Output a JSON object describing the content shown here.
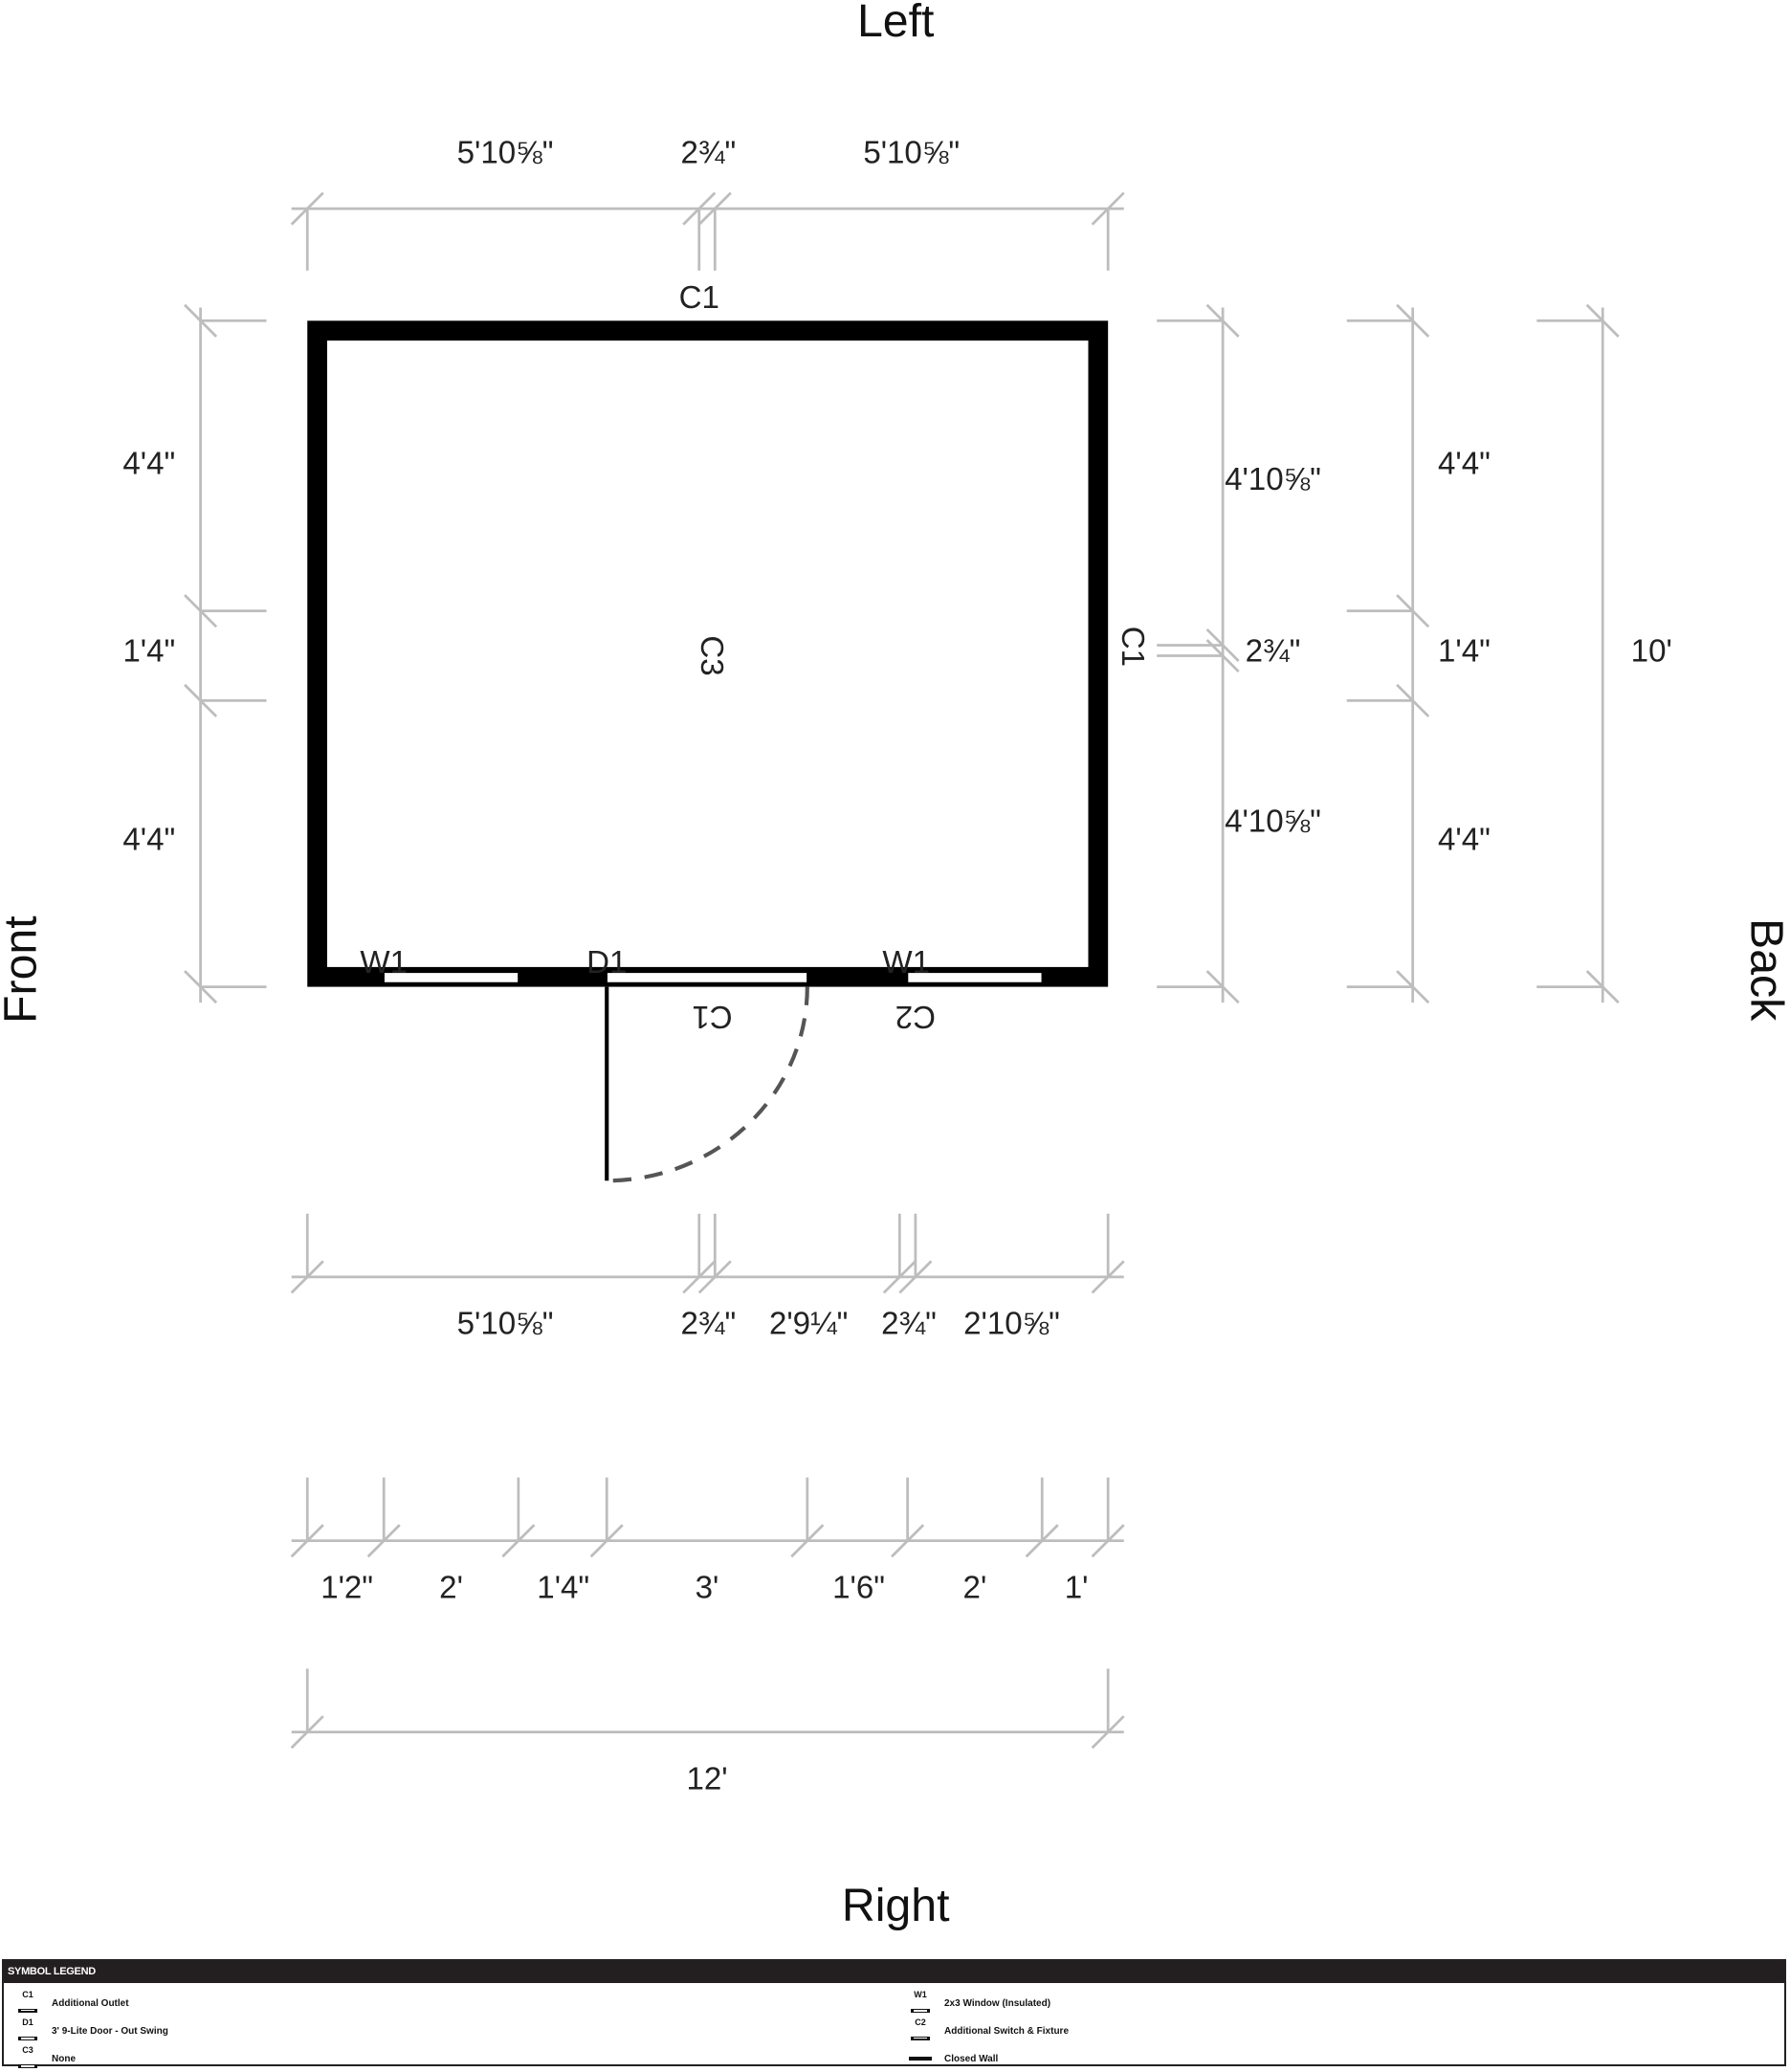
{
  "sides": {
    "top": "Left",
    "bottom": "Right",
    "left": "Front",
    "right": "Back"
  },
  "markers": {
    "top_c1": "C1",
    "center_c3": "C3",
    "back_c1": "C1",
    "w1_a": "W1",
    "d1": "D1",
    "w1_b": "W1",
    "front_c1": "C1",
    "front_c2": "C2"
  },
  "dimensions": {
    "top": [
      "5'10⅝\"",
      "2¾\"",
      "5'10⅝\""
    ],
    "left": [
      "4'4\"",
      "1'4\"",
      "4'4\""
    ],
    "right_1": [
      "4'10⅝\"",
      "2¾\"",
      "4'10⅝\""
    ],
    "right_2": [
      "4'4\"",
      "1'4\"",
      "4'4\""
    ],
    "right_3": [
      "10'"
    ],
    "bottom_1": [
      "5'10⅝\"",
      "2¾\"",
      "2'9¼\"",
      "2¾\"",
      "2'10⅝\""
    ],
    "bottom_2": [
      "1'2\"",
      "2'",
      "1'4\"",
      "3'",
      "1'6\"",
      "2'",
      "1'"
    ],
    "bottom_3": [
      "12'"
    ]
  },
  "legend": {
    "title": "SYMBOL LEGEND",
    "items": [
      {
        "code": "C1",
        "label": "Additional Outlet"
      },
      {
        "code": "D1",
        "label": "3' 9-Lite Door - Out Swing"
      },
      {
        "code": "C3",
        "label": "None"
      },
      {
        "code": "W1",
        "label": "2x3 Window (Insulated)"
      },
      {
        "code": "C2",
        "label": "Additional Switch & Fixture"
      },
      {
        "code": "",
        "label": "Closed Wall"
      }
    ]
  }
}
